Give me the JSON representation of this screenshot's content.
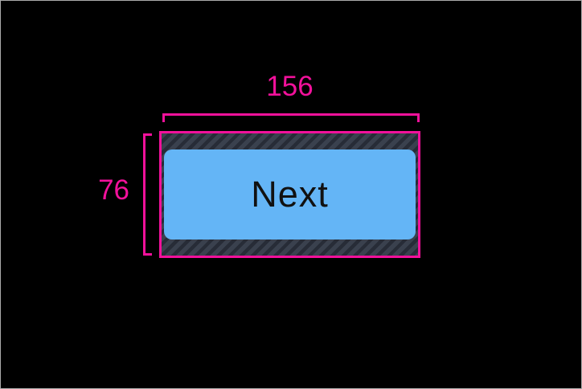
{
  "measurements": {
    "width": "156",
    "height": "76"
  },
  "button": {
    "label": "Next"
  },
  "colors": {
    "background": "#000000",
    "frame_border": "#ABABAB",
    "accent": "#F2119B",
    "hatch_base": "#3A414E",
    "hatch_stripe": "#272C37",
    "button_fill": "#64B5F6",
    "button_text": "#111111"
  }
}
